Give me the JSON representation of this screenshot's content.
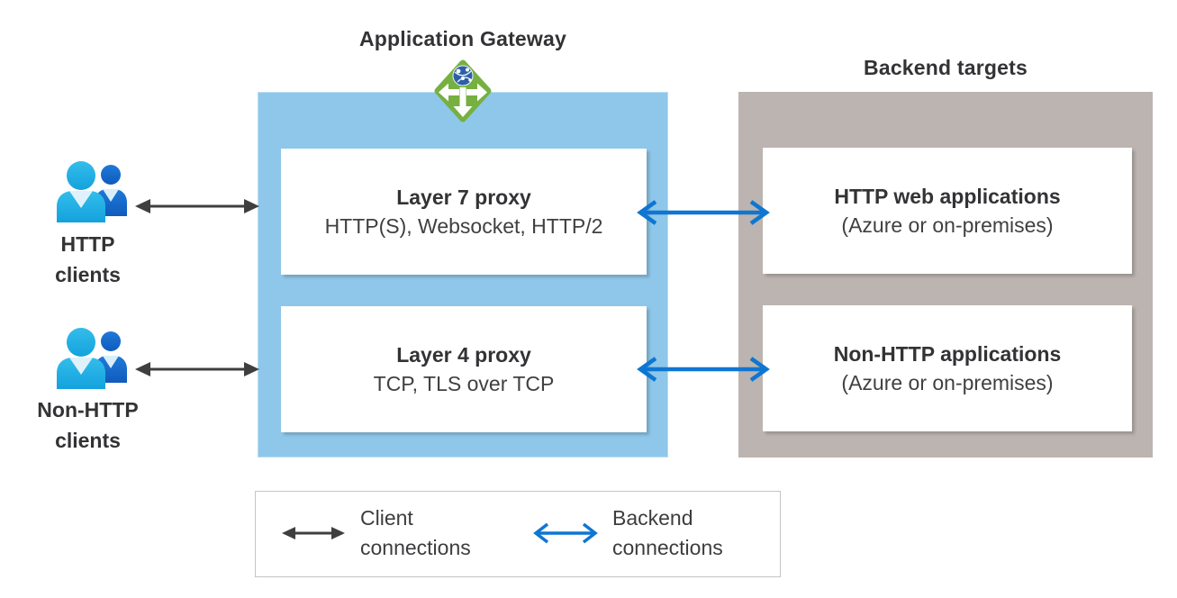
{
  "titles": {
    "app_gateway": "Application Gateway",
    "backend_targets": "Backend targets"
  },
  "clients": [
    {
      "line1": "HTTP",
      "line2": "clients"
    },
    {
      "line1": "Non-HTTP",
      "line2": "clients"
    }
  ],
  "gateway_boxes": [
    {
      "title": "Layer 7 proxy",
      "subtitle": "HTTP(S), Websocket, HTTP/2"
    },
    {
      "title": "Layer 4 proxy",
      "subtitle": "TCP, TLS over TCP"
    }
  ],
  "backend_boxes": [
    {
      "title": "HTTP web applications",
      "subtitle": "(Azure or on-premises)"
    },
    {
      "title": "Non-HTTP applications",
      "subtitle": "(Azure or on-premises)"
    }
  ],
  "legend": {
    "client": {
      "line1": "Client",
      "line2": "connections"
    },
    "backend": {
      "line1": "Backend",
      "line2": "connections"
    }
  },
  "icons": {
    "gateway": "application-gateway-icon",
    "clients": "users-icon"
  },
  "colors": {
    "gateway_fill": "#8ec7e9",
    "backend_fill": "#bcb4b0",
    "client_arrow": "#3f3f41",
    "backend_arrow": "#0f76d2",
    "icon_green": "#76b041",
    "icon_globe": "#2d5fa8",
    "person_front": "#29b2e8",
    "person_back": "#1565c9"
  }
}
